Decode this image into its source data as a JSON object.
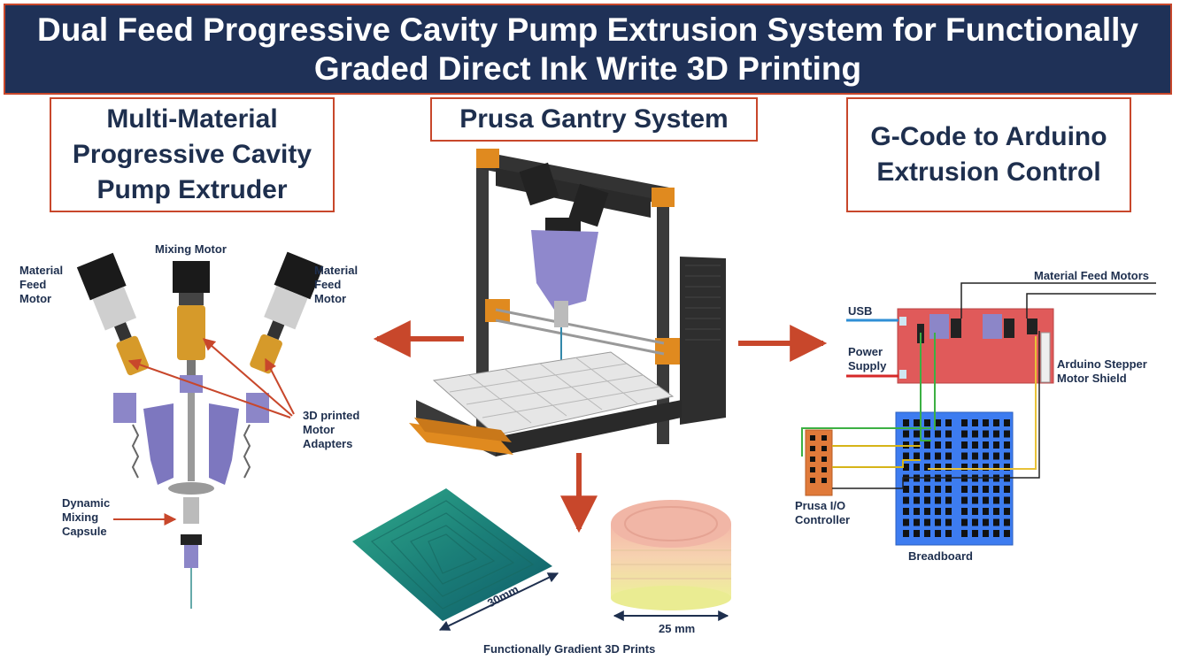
{
  "title": "Dual Feed Progressive Cavity Pump Extrusion System for Functionally\nGraded Direct Ink Write 3D Printing",
  "sections": {
    "extruder": "Multi-Material\nProgressive Cavity\nPump Extruder",
    "gantry": "Prusa Gantry System",
    "control": "G-Code to Arduino\nExtrusion Control"
  },
  "extruder_labels": {
    "left_feed_motor": "Material\nFeed\nMotor",
    "mixing_motor": "Mixing Motor",
    "right_feed_motor": "Material\nFeed\nMotor",
    "motor_adapters": "3D printed\nMotor\nAdapters",
    "mixing_capsule": "Dynamic\nMixing\nCapsule"
  },
  "control_labels": {
    "feed_motors": "Material Feed Motors",
    "usb": "USB",
    "power_supply": "Power\nSupply",
    "motor_shield": "Arduino Stepper\nMotor Shield",
    "io_controller": "Prusa I/O\nController",
    "breadboard": "Breadboard"
  },
  "prints": {
    "pyramid_dim": "30mm",
    "cylinder_dim": "25 mm",
    "caption": "Functionally Gradient 3D Prints"
  },
  "colors": {
    "banner": "#1f3157",
    "accent": "#c8472b",
    "text": "#1e2f4e",
    "shield": "#e05a5a",
    "breadboard": "#3d7cf0",
    "io_controller": "#e07a3a"
  }
}
